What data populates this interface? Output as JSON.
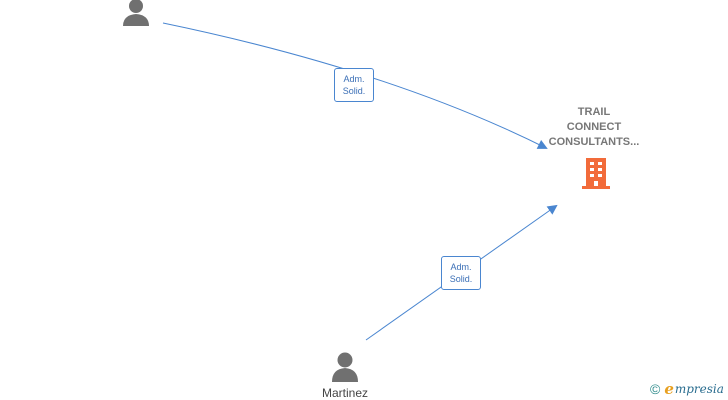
{
  "company": {
    "name_lines": [
      "TRAIL",
      "CONNECT",
      "CONSULTANTS..."
    ],
    "icon": "building-icon",
    "color": "#f26b3a"
  },
  "persons": [
    {
      "name": "",
      "icon": "person-icon"
    },
    {
      "name": "Martinez",
      "icon": "person-icon"
    }
  ],
  "relations": [
    {
      "label_lines": [
        "Adm.",
        "Solid."
      ]
    },
    {
      "label_lines": [
        "Adm.",
        "Solid."
      ]
    }
  ],
  "colors": {
    "edge": "#4a86d0",
    "person": "#707070"
  },
  "watermark": {
    "copyright": "©",
    "brand_initial": "e",
    "brand_rest": "mpresia"
  }
}
